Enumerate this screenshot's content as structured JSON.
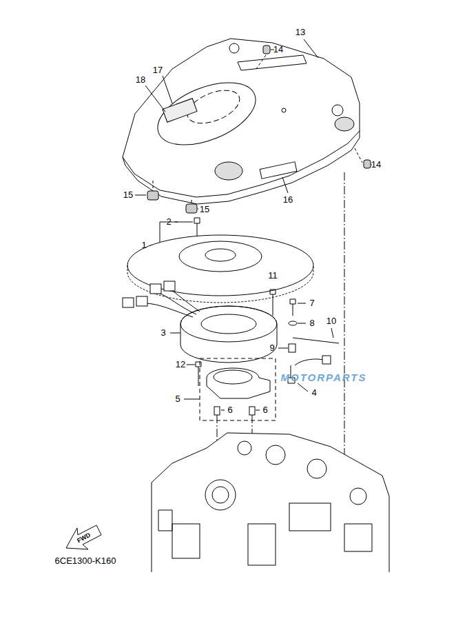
{
  "diagram": {
    "labels": [
      "14",
      "13",
      "17",
      "18",
      "14",
      "16",
      "15",
      "15",
      "2",
      "1",
      "11",
      "7",
      "8",
      "10",
      "3",
      "9",
      "12",
      "4",
      "5",
      "6",
      "6",
      "FWD",
      "6CE1300-K160",
      "MOTORPARTS"
    ]
  }
}
